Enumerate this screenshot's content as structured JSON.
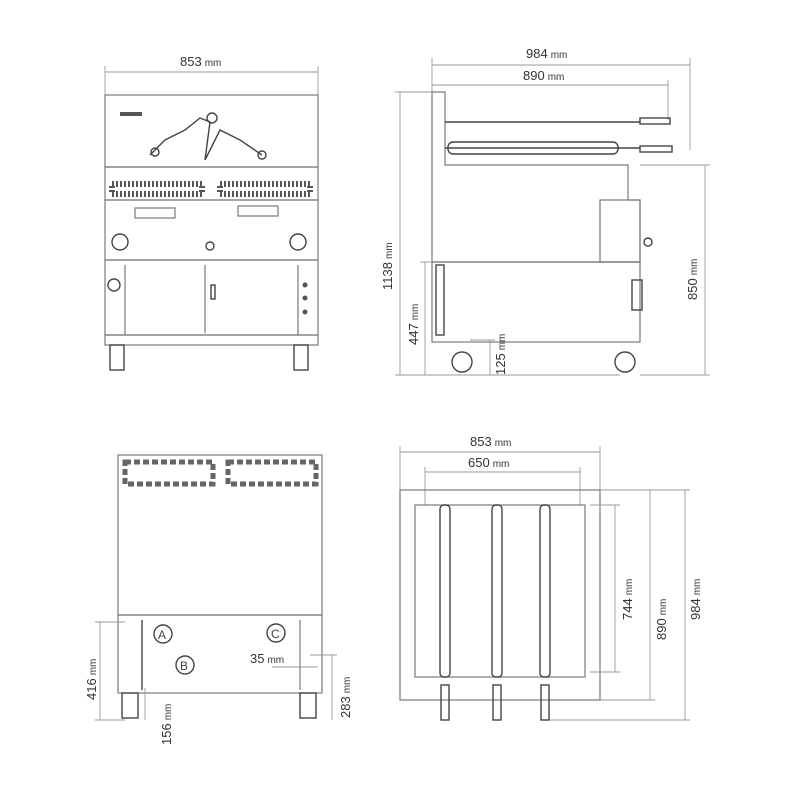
{
  "unit": "mm",
  "front_view": {
    "width": "853"
  },
  "side_view": {
    "depth_overall": "984",
    "depth_body": "890",
    "height_overall": "1138",
    "height_worktop": "850",
    "height_base": "447",
    "wheel_height": "125"
  },
  "rear_view": {
    "height_connection": "416",
    "offset_b": "156",
    "height_c": "283",
    "offset_c": "35",
    "labels": [
      "A",
      "B",
      "C"
    ]
  },
  "top_view": {
    "width": "853",
    "inner_width": "650",
    "depth_744": "744",
    "depth_890": "890",
    "depth_984": "984"
  }
}
